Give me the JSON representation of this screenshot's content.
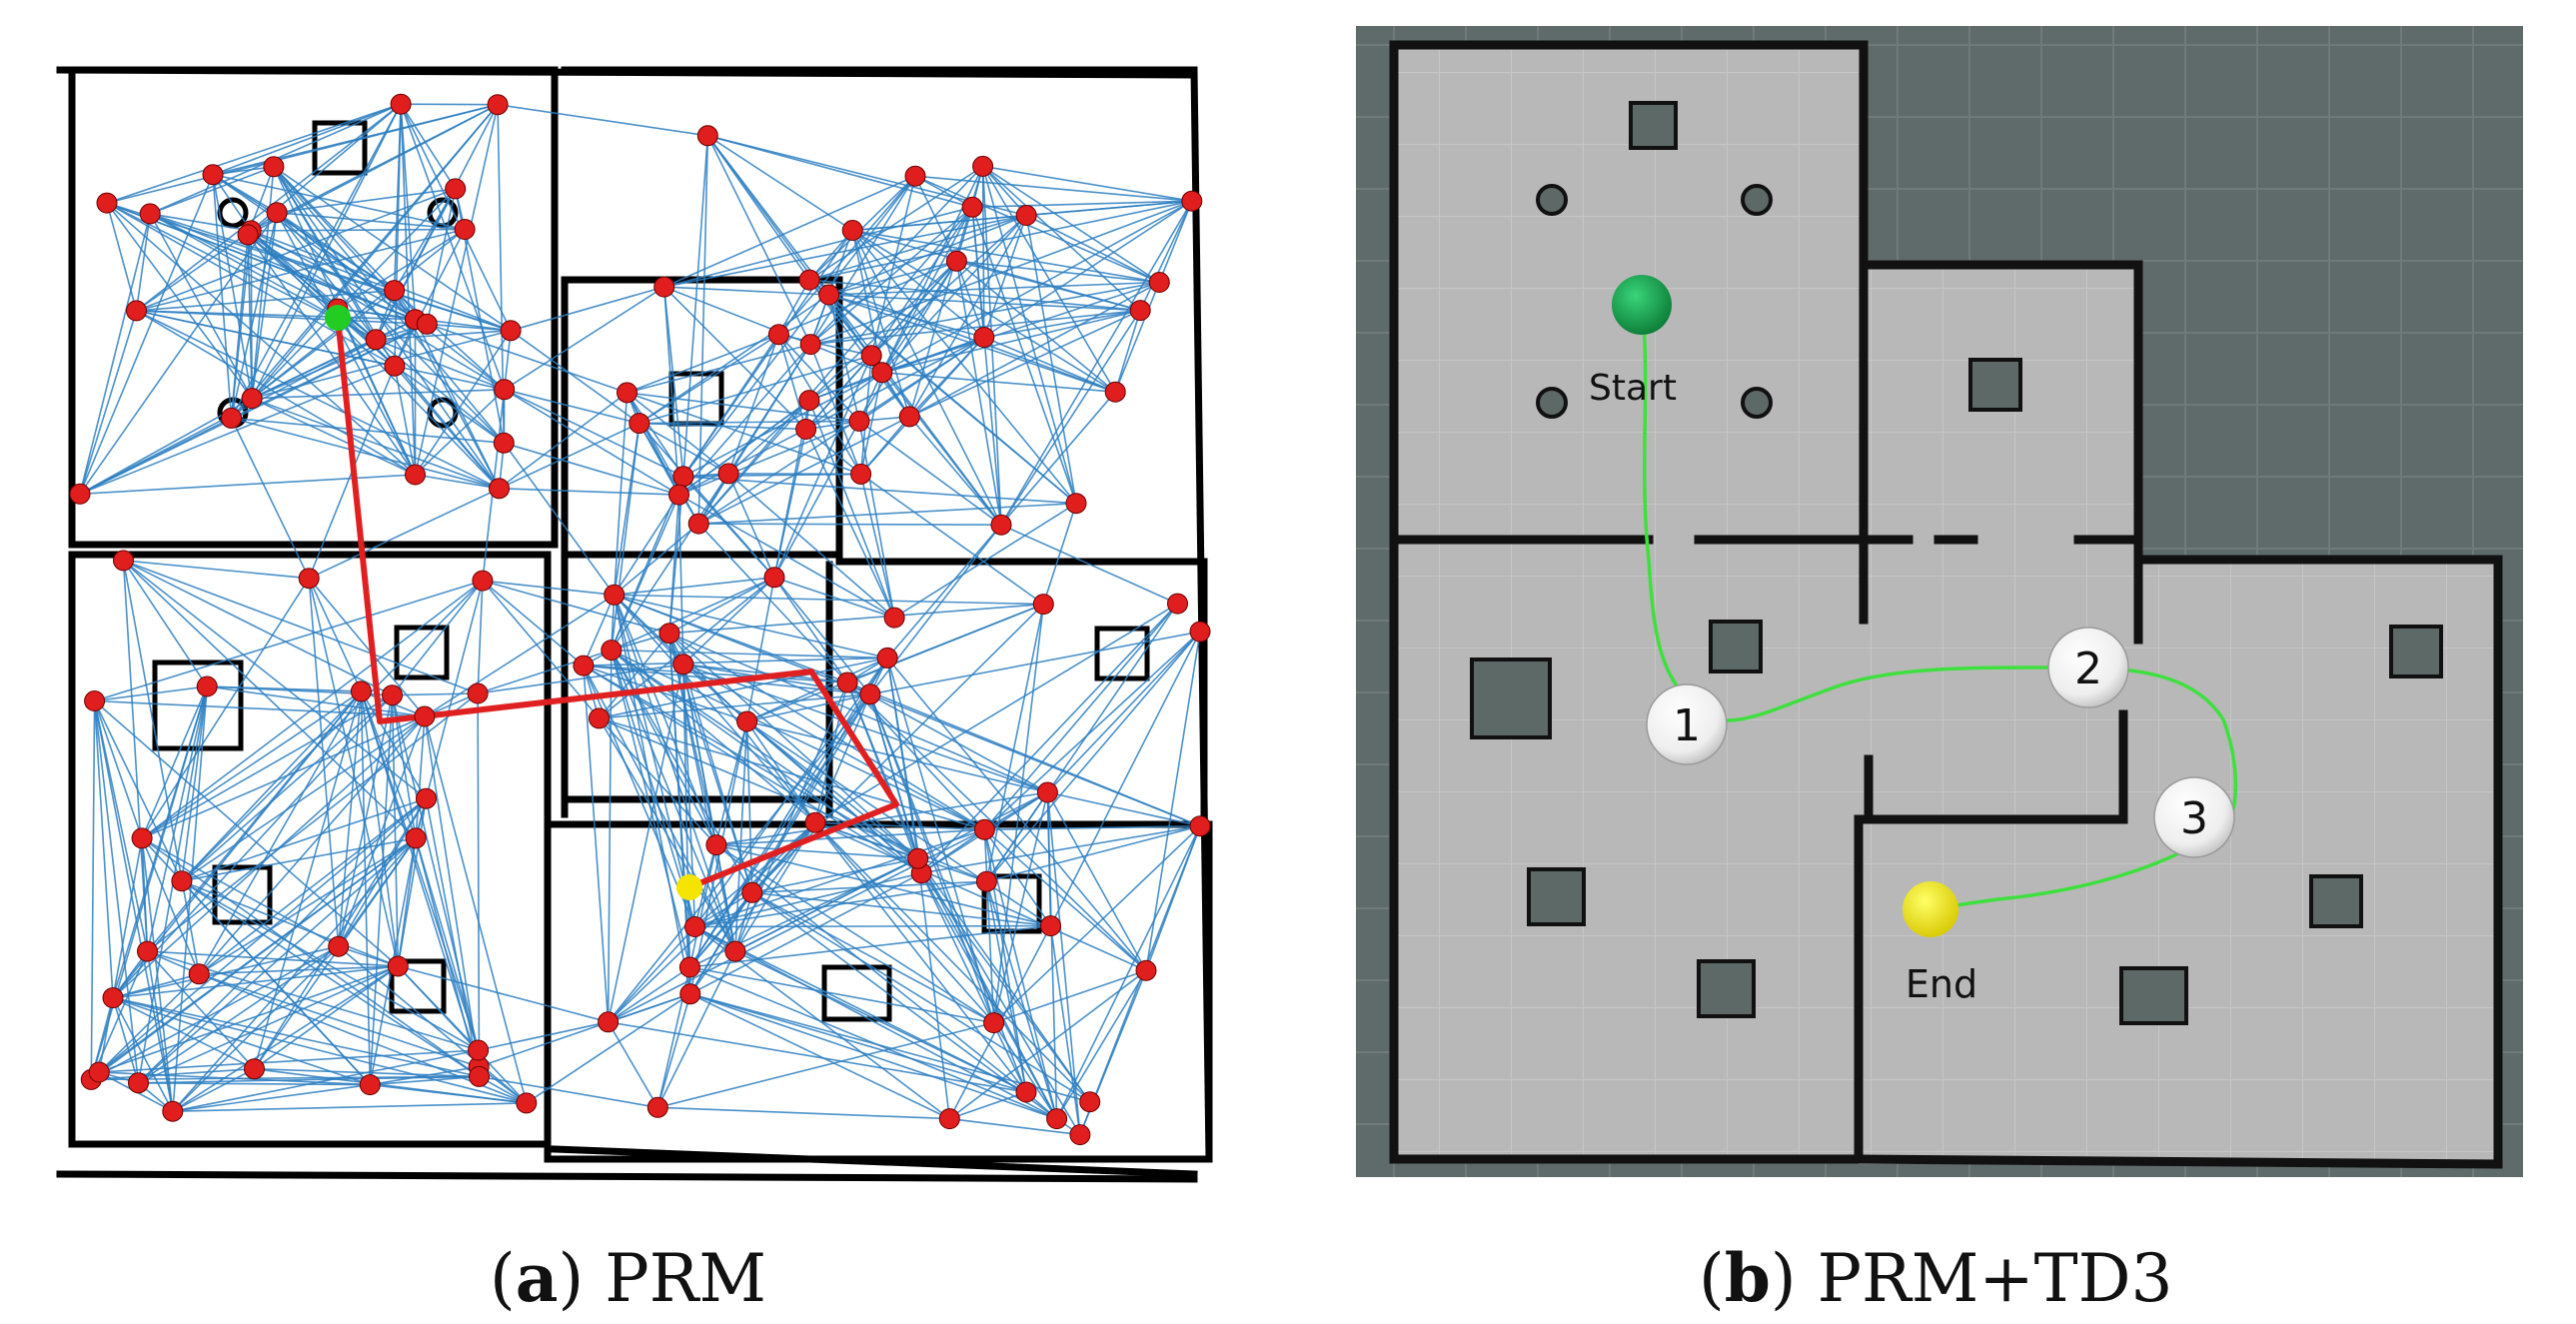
{
  "panels": [
    {
      "id": "a",
      "caption_letter": "a",
      "caption_text": "PRM",
      "colors": {
        "edge": "#2b7ec1",
        "node": "#e01e1e",
        "path": "#e02020",
        "start": "#22cc22",
        "goal": "#f5e400",
        "wall": "#000000",
        "floor": "#ffffff"
      }
    },
    {
      "id": "b",
      "caption_letter": "b",
      "caption_text": "PRM+TD3",
      "start_label": "Start",
      "end_label": "End",
      "waypoints": [
        "1",
        "2",
        "3"
      ],
      "colors": {
        "outside": "#5f6b6a",
        "floor": "#b8b8b8",
        "obstacle": "#5d6967",
        "wall": "#111111",
        "path": "#3ee03e",
        "start": "#139c49",
        "goal": "#f3ea00"
      }
    }
  ]
}
